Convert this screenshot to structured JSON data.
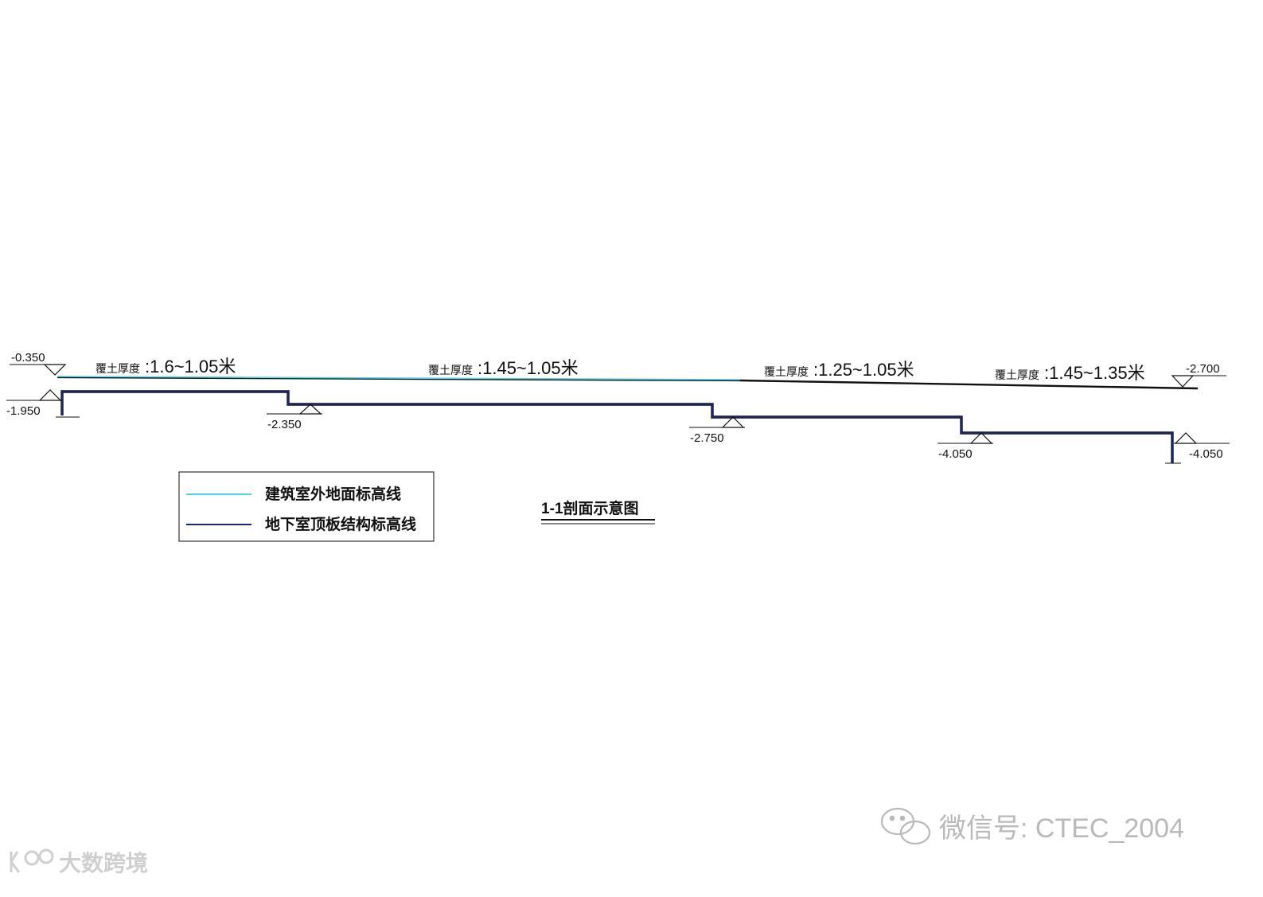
{
  "elevations": {
    "ground_left": "-0.350",
    "ground_right": "-2.700",
    "slab_start": "-1.950",
    "slab_step1": "-2.350",
    "slab_step2": "-2.750",
    "slab_step3": "-4.050",
    "slab_end": "-4.050"
  },
  "soil_cover": [
    {
      "label": "覆土厚度",
      "value": ":1.6~1.05米"
    },
    {
      "label": "覆土厚度",
      "value": ":1.45~1.05米"
    },
    {
      "label": "覆土厚度",
      "value": ":1.25~1.05米"
    },
    {
      "label": "覆土厚度",
      "value": ":1.45~1.35米"
    }
  ],
  "legend": {
    "items": [
      {
        "label": "建筑室外地面标高线",
        "color": "#4fd6e4"
      },
      {
        "label": "地下室顶板结构标高线",
        "color": "#1a2680"
      }
    ]
  },
  "title": "1-1剖面示意图",
  "watermark": {
    "wechat": "微信号: CTEC_2004",
    "logo": "大数跨境"
  },
  "colors": {
    "ground_cyan": "#4fd6e4",
    "slab_navy": "#1a2680",
    "line_black": "#111111"
  }
}
